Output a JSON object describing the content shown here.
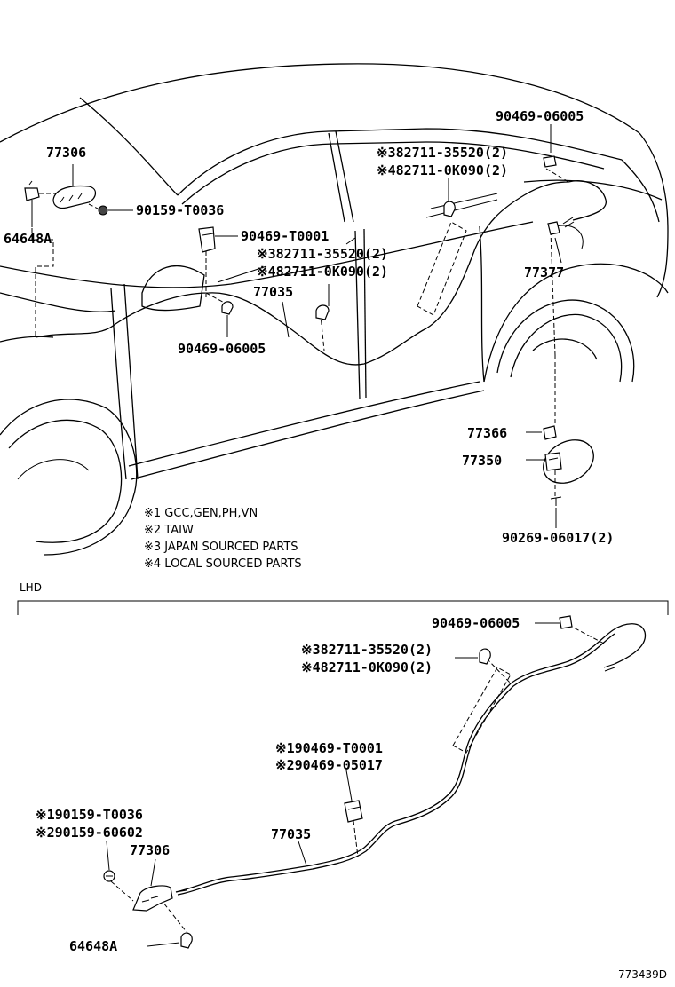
{
  "upper": {
    "labels": {
      "p77306": "77306",
      "p64648a": "64648A",
      "p90159_t0036": "90159-T0036",
      "p90469_t0001": "90469-T0001",
      "p90469_06005_top": "90469-06005",
      "p82711_35520_a": "※382711-35520(2)",
      "p82711_0k090_a": "※482711-0K090(2)",
      "p82711_35520_b": "※382711-35520(2)",
      "p82711_0k090_b": "※482711-0K090(2)",
      "p77035": "77035",
      "p90469_06005_mid": "90469-06005",
      "p77377": "77377",
      "p77366": "77366",
      "p77350": "77350",
      "p90269_06017": "90269-06017(2)"
    }
  },
  "notes": [
    "※1 GCC,GEN,PH,VN",
    "※2 TAIW",
    "※3 JAPAN SOURCED PARTS",
    "※4 LOCAL SOURCED PARTS"
  ],
  "lhd": {
    "section_label": "LHD",
    "labels": {
      "p90469_06005": "90469-06005",
      "p82711_35520": "※382711-35520(2)",
      "p82711_0k090": "※482711-0K090(2)",
      "p90469_t0001": "※190469-T0001",
      "p90469_05017": "※290469-05017",
      "p90159_t0036": "※190159-T0036",
      "p90159_60602": "※290159-60602",
      "p77306": "77306",
      "p77035": "77035",
      "p64648a": "64648A"
    }
  },
  "figure_id": "773439D"
}
